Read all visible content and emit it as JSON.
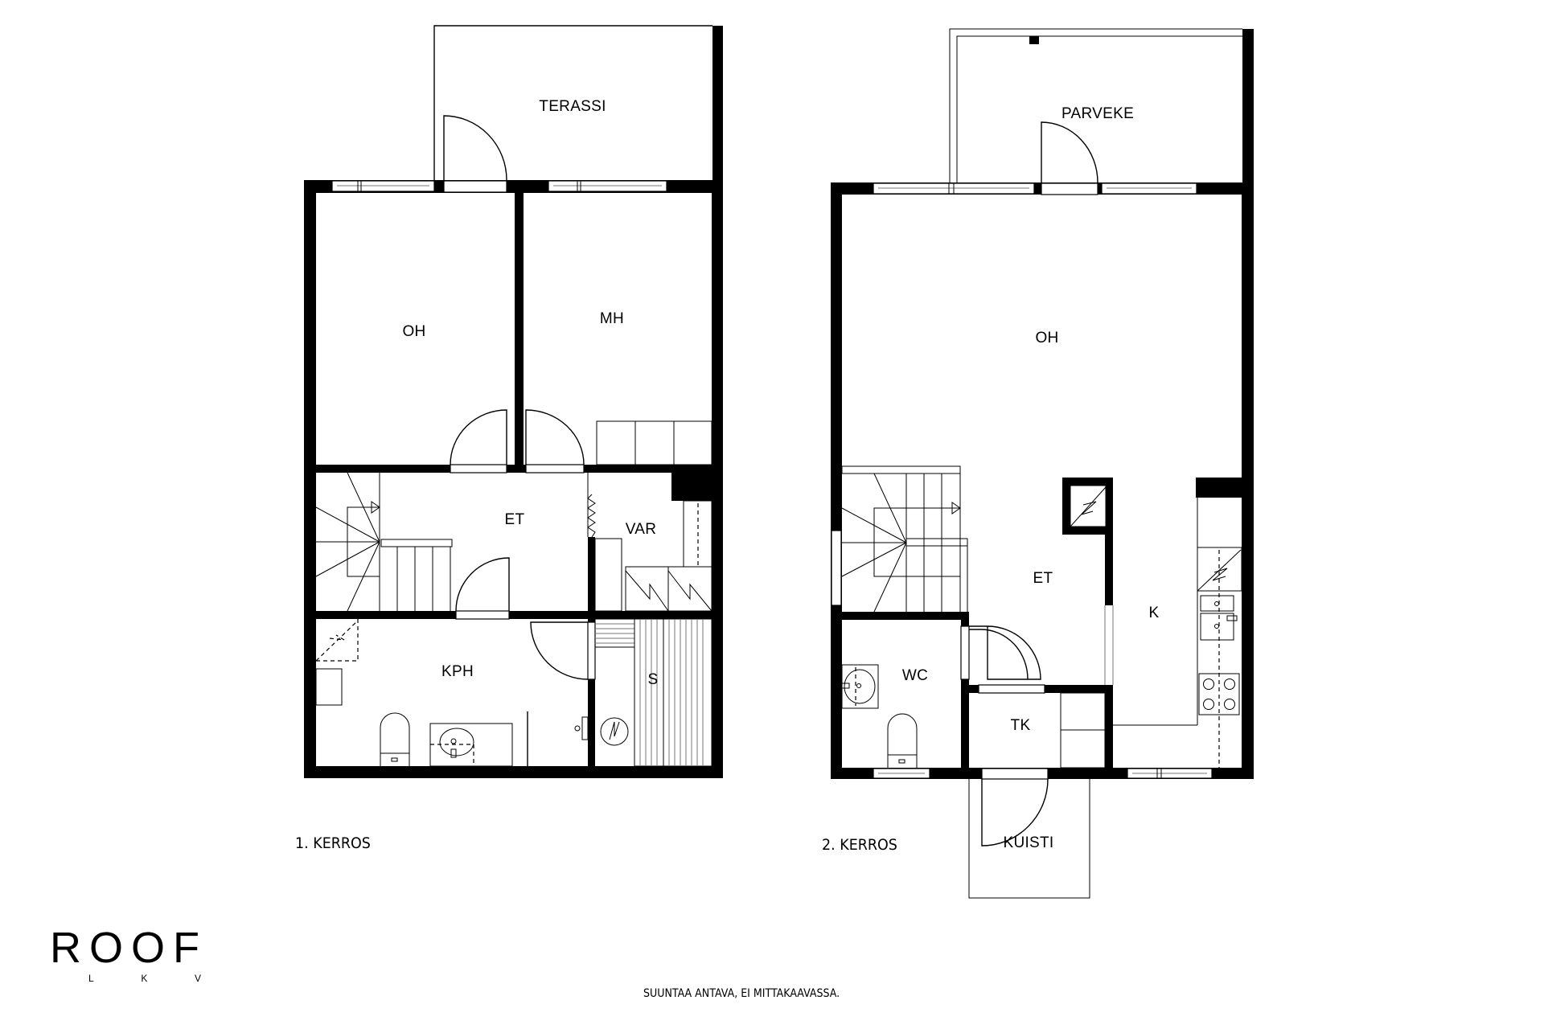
{
  "floor_1": {
    "title": "1. KERROS",
    "rooms": {
      "terrace": "TERASSI",
      "living_room": "OH",
      "bedroom": "MH",
      "hallway": "ET",
      "storage": "VAR",
      "bathroom": "KPH",
      "sauna": "S"
    }
  },
  "floor_2": {
    "title": "2. KERROS",
    "rooms": {
      "balcony": "PARVEKE",
      "living_room": "OH",
      "hallway": "ET",
      "kitchen": "K",
      "toilet": "WC",
      "utility": "TK",
      "porch": "KUISTI"
    }
  },
  "footer": {
    "disclaimer": "SUUNTAA ANTAVA, EI MITTAKAAVASSA."
  },
  "logo": {
    "name": "ROOF",
    "sub": [
      "L",
      "K",
      "V"
    ]
  }
}
